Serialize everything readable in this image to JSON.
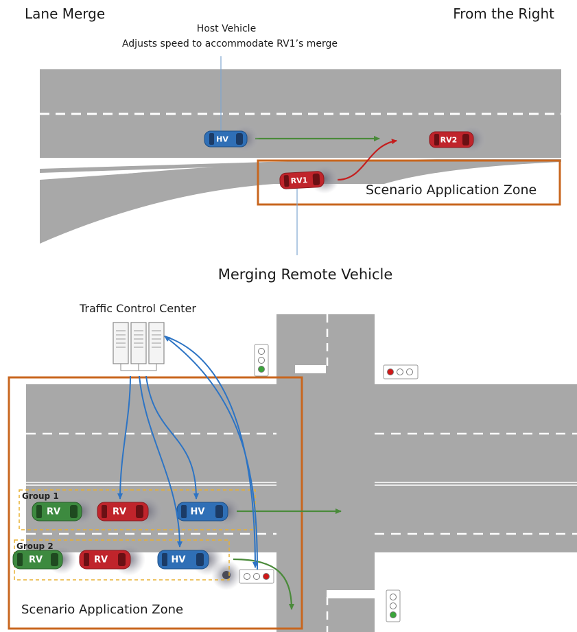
{
  "top": {
    "title_left": "Lane Merge",
    "title_right": "From the Right",
    "host_caption_line1": "Host Vehicle",
    "host_caption_line2": "Adjusts speed to accommodate RV1’s merge",
    "zone_label": "Scenario Application Zone",
    "bottom_caption": "Merging Remote Vehicle",
    "vehicles": {
      "hv": "HV",
      "rv1": "RV1",
      "rv2": "RV2"
    }
  },
  "bottom": {
    "tcc_label": "Traffic Control Center",
    "zone_label": "Scenario Application Zone",
    "groups": [
      {
        "label": "Group 1",
        "vehicles": [
          "RV",
          "RV",
          "HV"
        ]
      },
      {
        "label": "Group 2",
        "vehicles": [
          "RV",
          "RV",
          "HV"
        ]
      }
    ]
  },
  "colors": {
    "road": "#a8a8a8",
    "lane_marking": "#ffffff",
    "zone_border": "#c8661e",
    "group_border": "#e8b030",
    "hv_blue": "#2f6fb6",
    "rv_red": "#c0242b",
    "rv_green": "#3d8a3f",
    "comm_arrow": "#2d74c4",
    "path_green": "#4a8a3a",
    "merge_red": "#c41e1e",
    "pointer_line": "#7fa7d0"
  }
}
